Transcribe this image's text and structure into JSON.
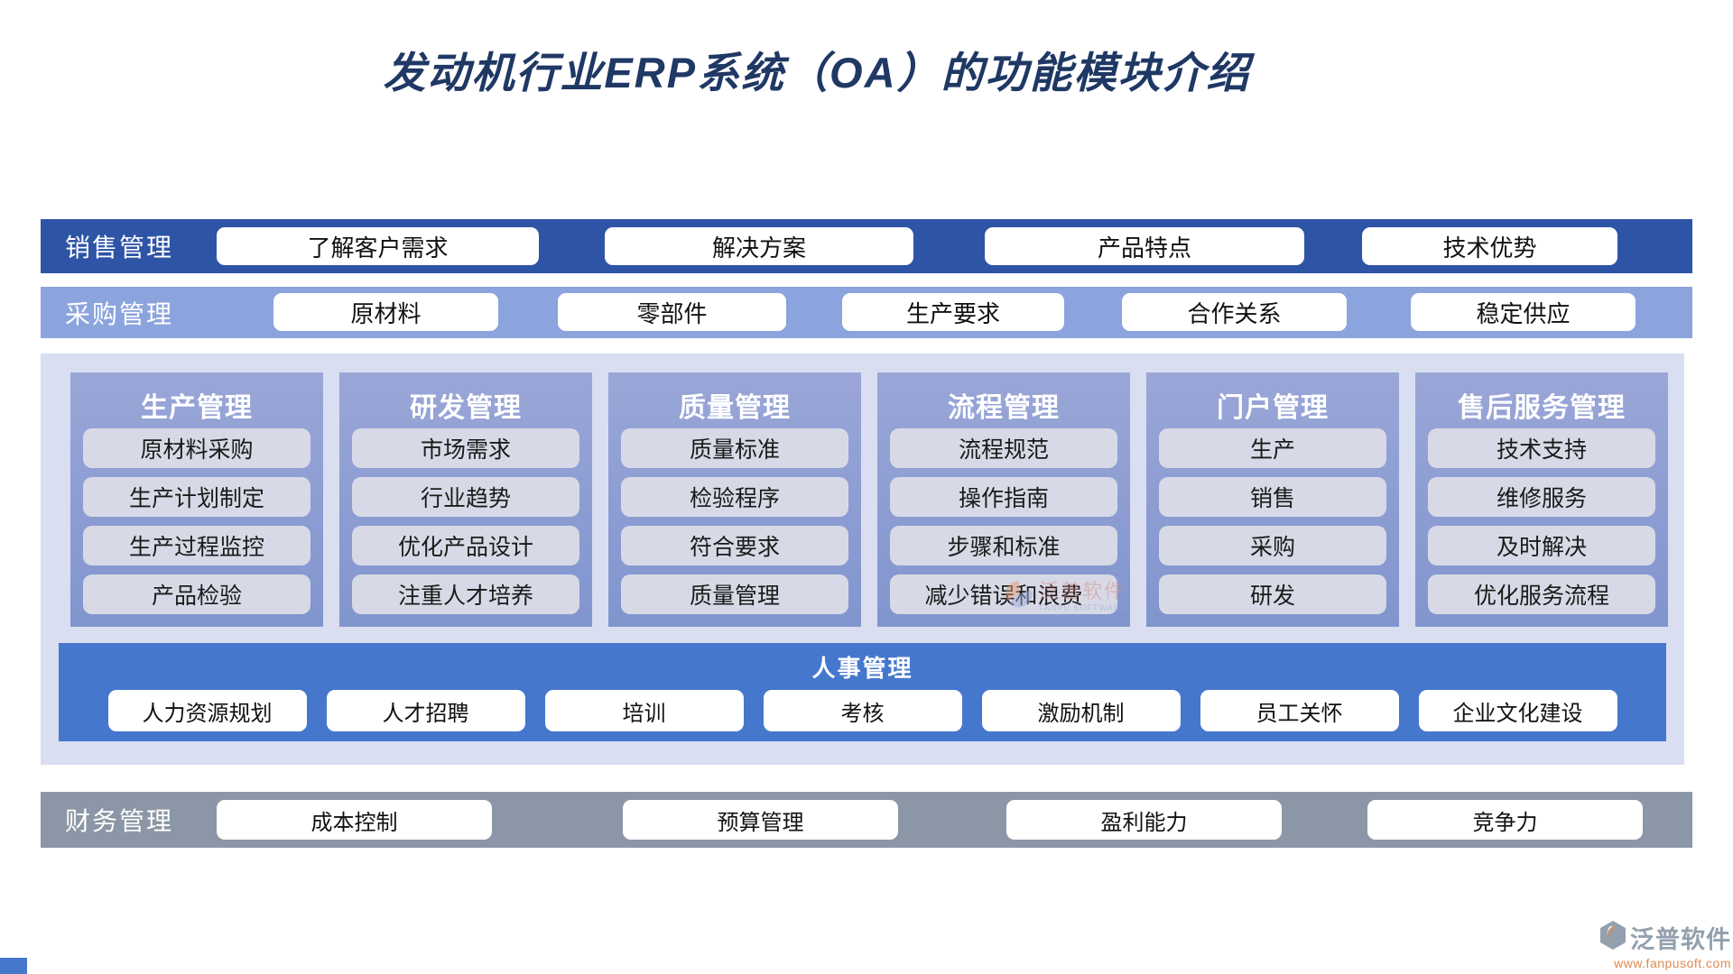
{
  "title": "发动机行业ERP系统（OA）的功能模块介绍",
  "bands": {
    "sales": {
      "label": "销售管理",
      "items": [
        "了解客户需求",
        "解决方案",
        "产品特点",
        "技术优势"
      ]
    },
    "purchase": {
      "label": "采购管理",
      "items": [
        "原材料",
        "零部件",
        "生产要求",
        "合作关系",
        "稳定供应"
      ]
    },
    "hr": {
      "label": "人事管理",
      "items": [
        "人力资源规划",
        "人才招聘",
        "培训",
        "考核",
        "激励机制",
        "员工关怀",
        "企业文化建设"
      ]
    },
    "finance": {
      "label": "财务管理",
      "items": [
        "成本控制",
        "预算管理",
        "盈利能力",
        "竞争力"
      ]
    }
  },
  "columns": [
    {
      "title": "生产管理",
      "items": [
        "原材料采购",
        "生产计划制定",
        "生产过程监控",
        "产品检验"
      ]
    },
    {
      "title": "研发管理",
      "items": [
        "市场需求",
        "行业趋势",
        "优化产品设计",
        "注重人才培养"
      ]
    },
    {
      "title": "质量管理",
      "items": [
        "质量标准",
        "检验程序",
        "符合要求",
        "质量管理"
      ]
    },
    {
      "title": "流程管理",
      "items": [
        "流程规范",
        "操作指南",
        "步骤和标准",
        "减少错误和浪费"
      ]
    },
    {
      "title": "门户管理",
      "items": [
        "生产",
        "销售",
        "采购",
        "研发"
      ]
    },
    {
      "title": "售后服务管理",
      "items": [
        "技术支持",
        "维修服务",
        "及时解决",
        "优化服务流程"
      ]
    }
  ],
  "watermark": {
    "brand": "泛普软件",
    "sub": "FANPU SOFTWARE"
  },
  "footer": {
    "brand": "泛普软件",
    "url": "www.fanpusoft.com"
  },
  "colors": {
    "title_navy": "#1f3864",
    "sales_bar_blue": "#2e54a6",
    "purchase_bar_periwinkle": "#8ca4dd",
    "container_lavender": "#d9def1",
    "column_panel_blue": "#8b9cd2",
    "item_pill_gray": "#d7dae6",
    "hr_bar_blue": "#4577cd",
    "finance_bar_gray": "#8b97a6",
    "footer_orange": "#e08a4e"
  }
}
